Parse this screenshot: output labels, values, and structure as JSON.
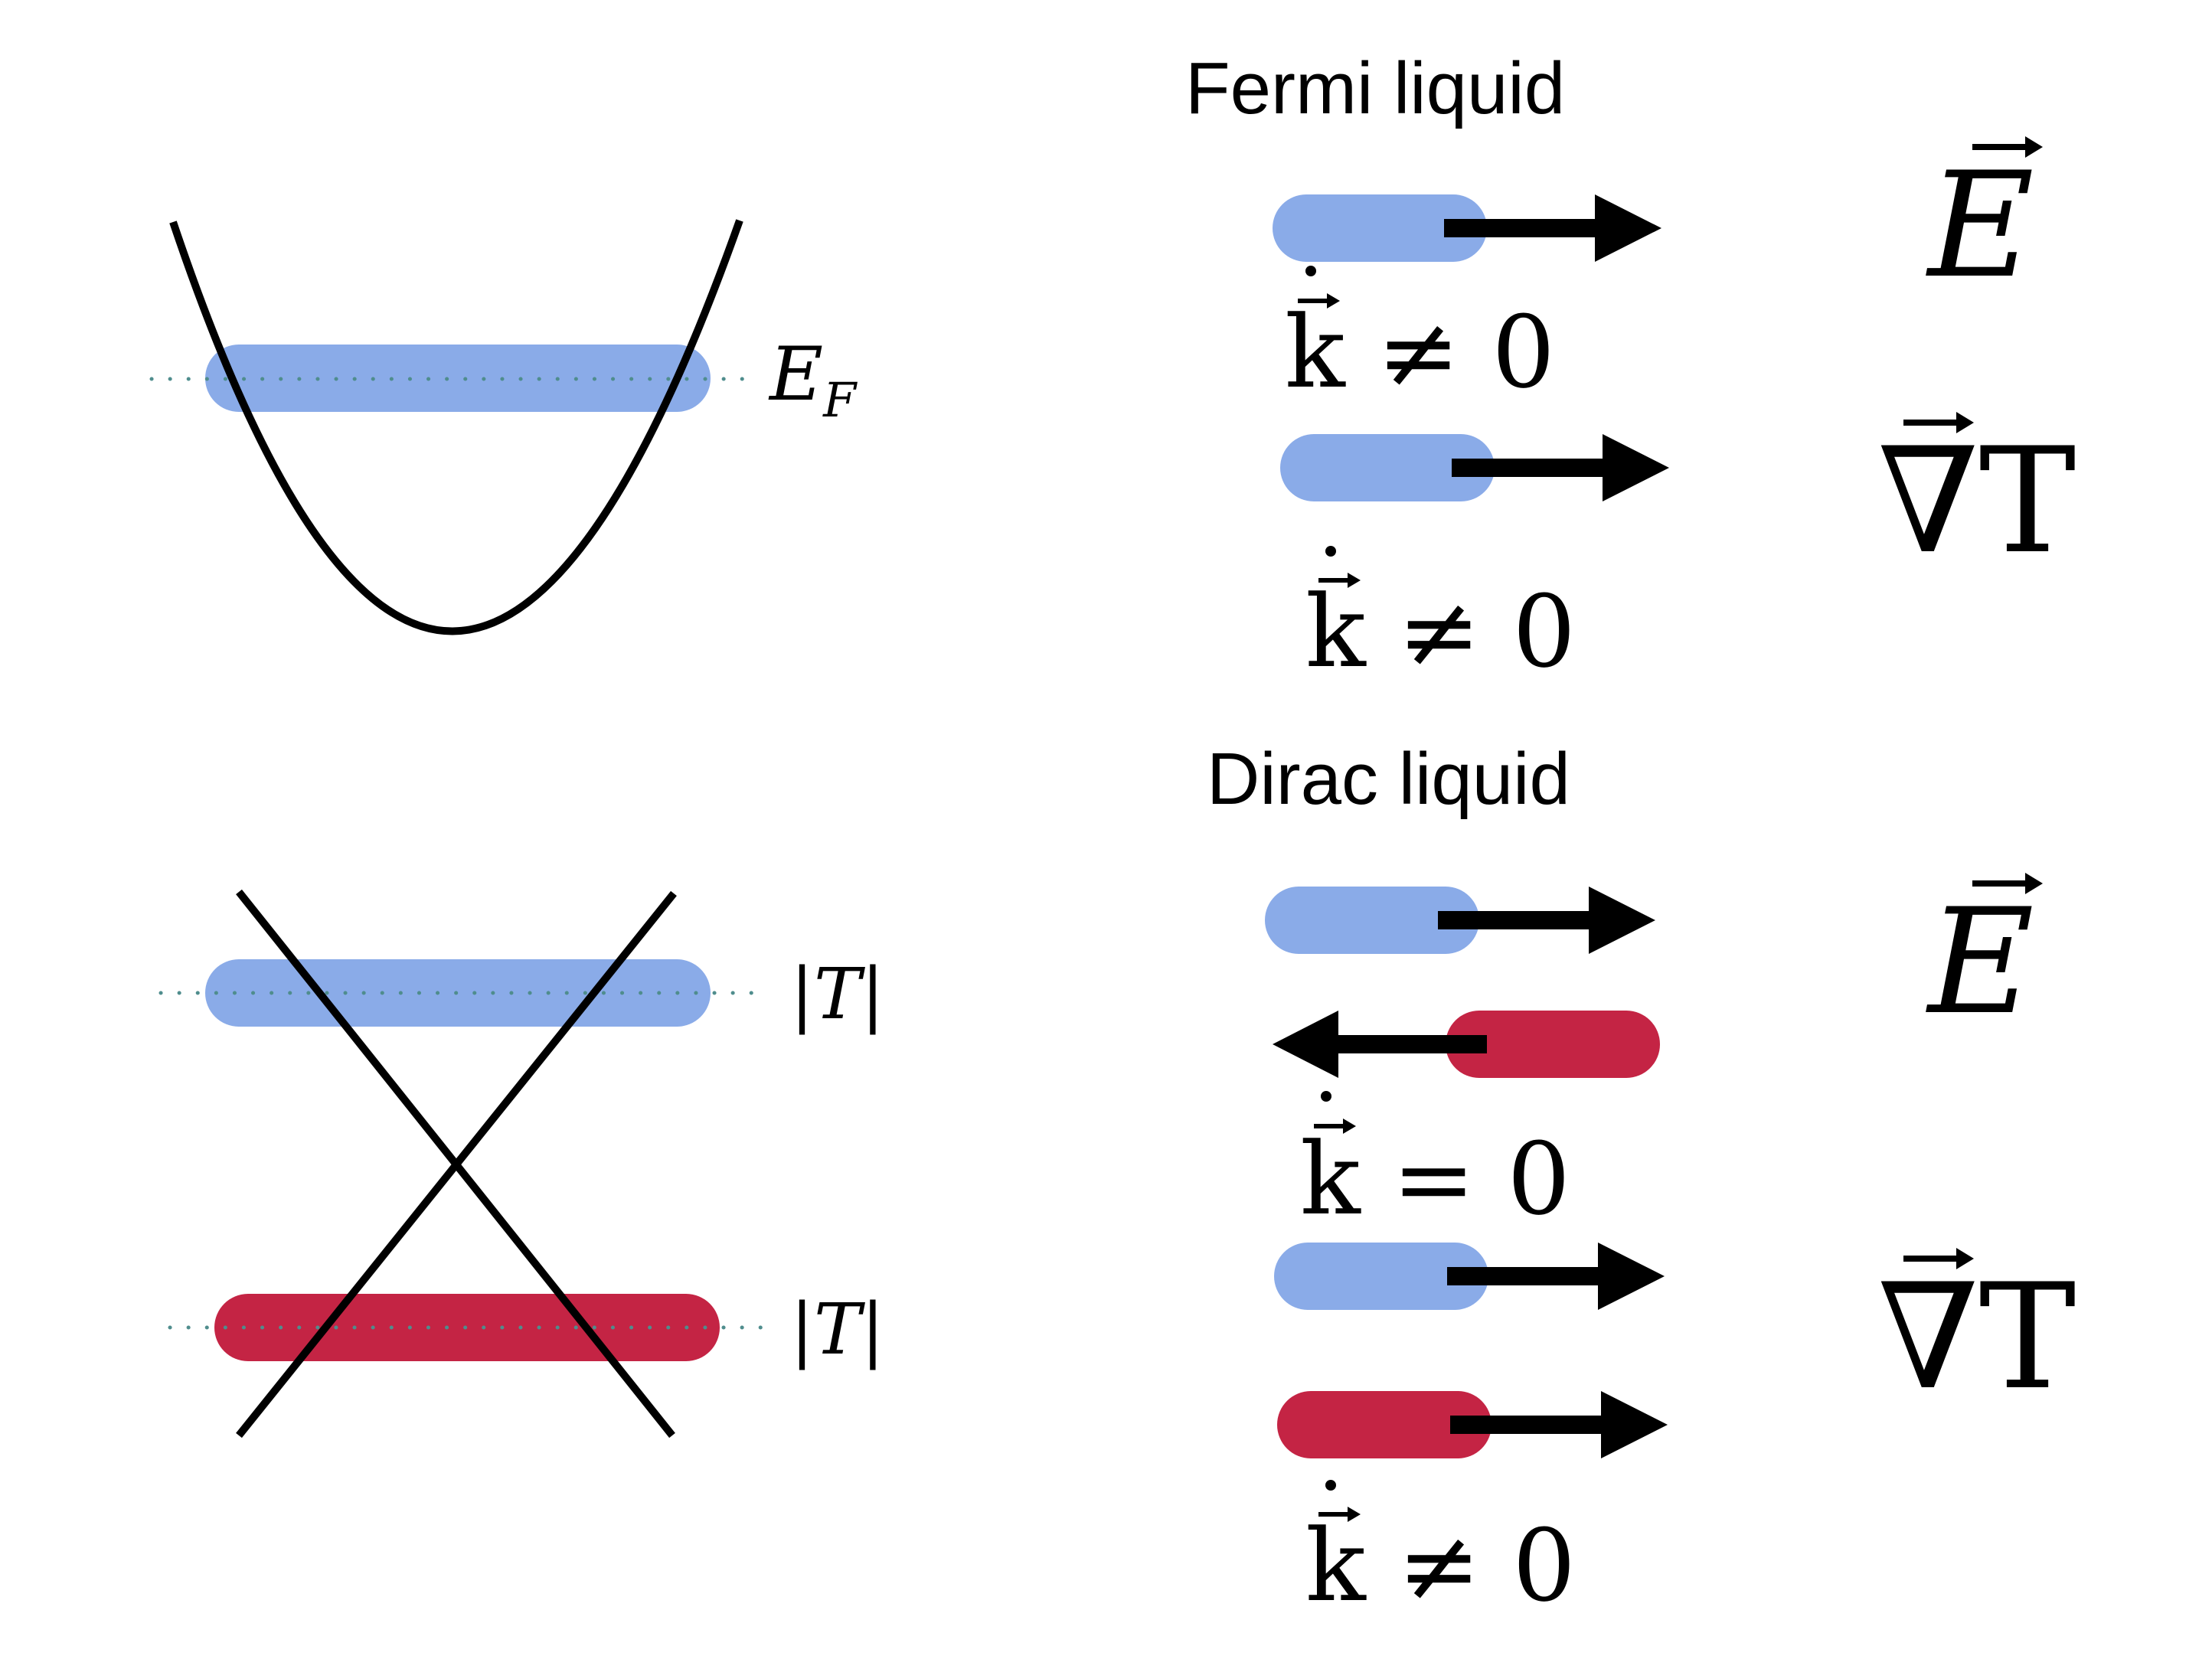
{
  "colors": {
    "electron": "#8aabe8",
    "hole": "#c42444",
    "curve": "#000000",
    "dotted": "#4f8d8d",
    "arrow": "#000000"
  },
  "left": {
    "fermi_label_main": "E",
    "fermi_label_sub": "F",
    "dirac_upper_label": "|T|",
    "dirac_lower_label": "|T|"
  },
  "right": {
    "fermi_title": "Fermi liquid",
    "dirac_title": "Dirac liquid",
    "rows": [
      {
        "field_symbol": "E",
        "condition": "k ≠ 0"
      },
      {
        "field_symbol": "∇T",
        "condition": "k ≠ 0"
      },
      {
        "field_symbol": "E",
        "condition": "k = 0"
      },
      {
        "field_symbol": "∇T",
        "condition": "k ≠ 0"
      }
    ]
  }
}
